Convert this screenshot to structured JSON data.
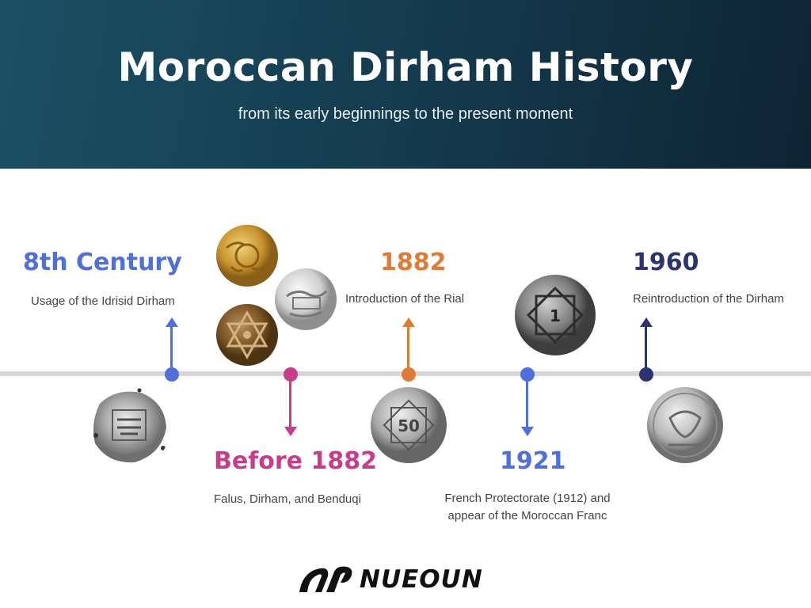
{
  "header": {
    "title": "Moroccan Dirham History",
    "subtitle": "from its early beginnings to the present moment"
  },
  "colors": {
    "header_dark": "#14394c",
    "blue": "#4f6fdc",
    "magenta": "#c83d8a",
    "orange": "#e07a34",
    "navy": "#2b3470",
    "line": "#d6d6d6"
  },
  "events": [
    {
      "heading": "8th Century",
      "description": "Usage of the Idrisid Dirham",
      "color": "#4f6fdc",
      "coin": "idrisid-dirham-coin"
    },
    {
      "heading": "Before 1882",
      "description": "Falus, Dirham, and Benduqi",
      "color": "#c83d8a",
      "coin": "falus-dirham-benduqi-coins"
    },
    {
      "heading": "1882",
      "description": "Introduction of the Rial",
      "color": "#e07a34",
      "coin": "rial-coin"
    },
    {
      "heading": "1921",
      "description_lines": [
        "French Protectorate (1912) and",
        "appear of the Moroccan Franc"
      ],
      "color": "#4f6fdc",
      "coin": "moroccan-franc-coin"
    },
    {
      "heading": "1960",
      "description": "Reintroduction of the Dirham",
      "color": "#2b3470",
      "coin": "dirham-1960-coin"
    }
  ],
  "logo": {
    "text": "NUEOUN"
  }
}
